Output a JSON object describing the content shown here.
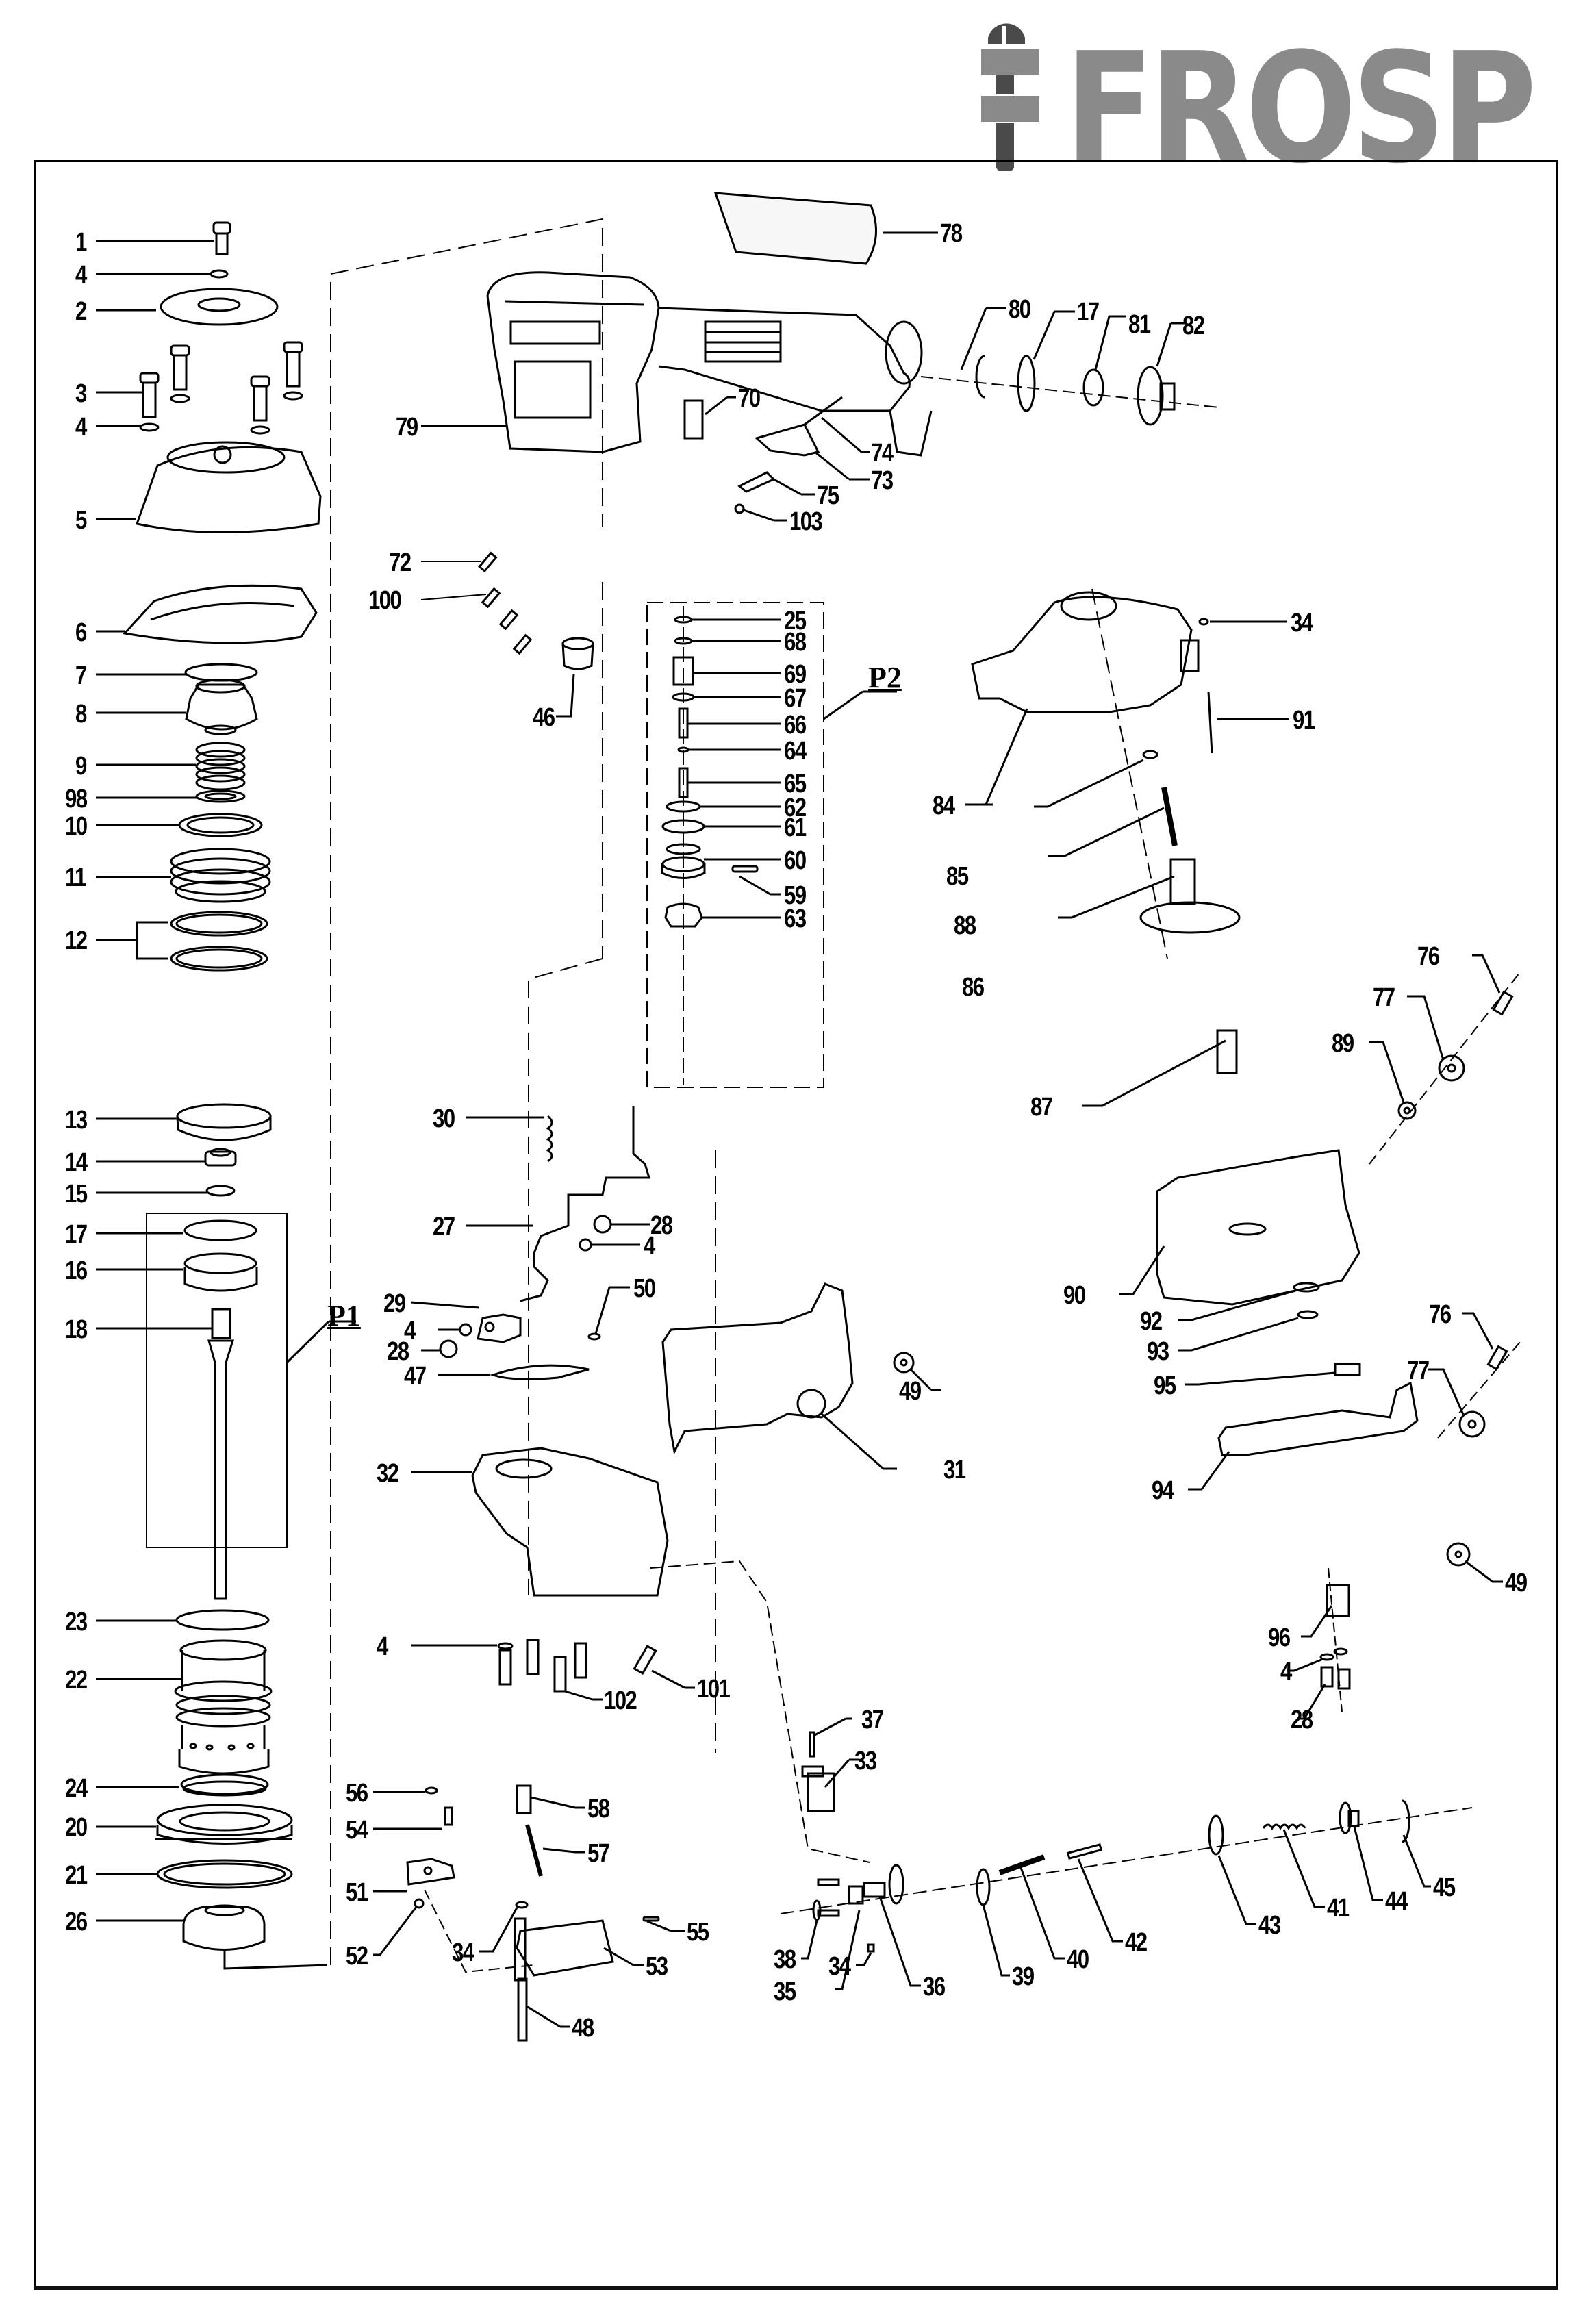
{
  "document": {
    "type": "exploded parts diagram",
    "brand_logo_text": "FROSP",
    "brand_colors": {
      "logo_gray": "#8a8a8a",
      "logo_dark": "#4a4a4a",
      "line": "#000000",
      "background": "#ffffff"
    }
  },
  "groups": [
    {
      "id": "P1",
      "label": "P1"
    },
    {
      "id": "P2",
      "label": "P2"
    }
  ],
  "callouts": {
    "left_column": [
      "1",
      "4",
      "2",
      "3",
      "4",
      "5",
      "6",
      "7",
      "8",
      "9",
      "98",
      "10",
      "11",
      "12",
      "13",
      "14",
      "15",
      "17",
      "16",
      "18",
      "23",
      "22",
      "24",
      "20",
      "21",
      "26"
    ],
    "housing": [
      "79",
      "78",
      "80",
      "17",
      "81",
      "82",
      "70",
      "74",
      "73",
      "72",
      "75",
      "100",
      "103",
      "46"
    ],
    "p2_valve": [
      "25",
      "68",
      "69",
      "67",
      "66",
      "64",
      "65",
      "62",
      "61",
      "60",
      "59",
      "63"
    ],
    "magazine_cover": [
      "34",
      "84",
      "91",
      "85",
      "88",
      "86",
      "76",
      "77",
      "89",
      "87",
      "90",
      "76",
      "77",
      "92",
      "93",
      "95",
      "94",
      "49",
      "96",
      "4",
      "28"
    ],
    "driver_guide": [
      "30",
      "27",
      "28",
      "4",
      "29",
      "4",
      "28",
      "50",
      "47",
      "49",
      "31",
      "32",
      "4",
      "102",
      "101"
    ],
    "feeder": [
      "56",
      "58",
      "54",
      "57",
      "51",
      "52",
      "34",
      "55",
      "53",
      "48"
    ],
    "feed_piston": [
      "37",
      "33",
      "38",
      "35",
      "34",
      "36",
      "39",
      "40",
      "42",
      "43",
      "41",
      "44",
      "45"
    ]
  }
}
